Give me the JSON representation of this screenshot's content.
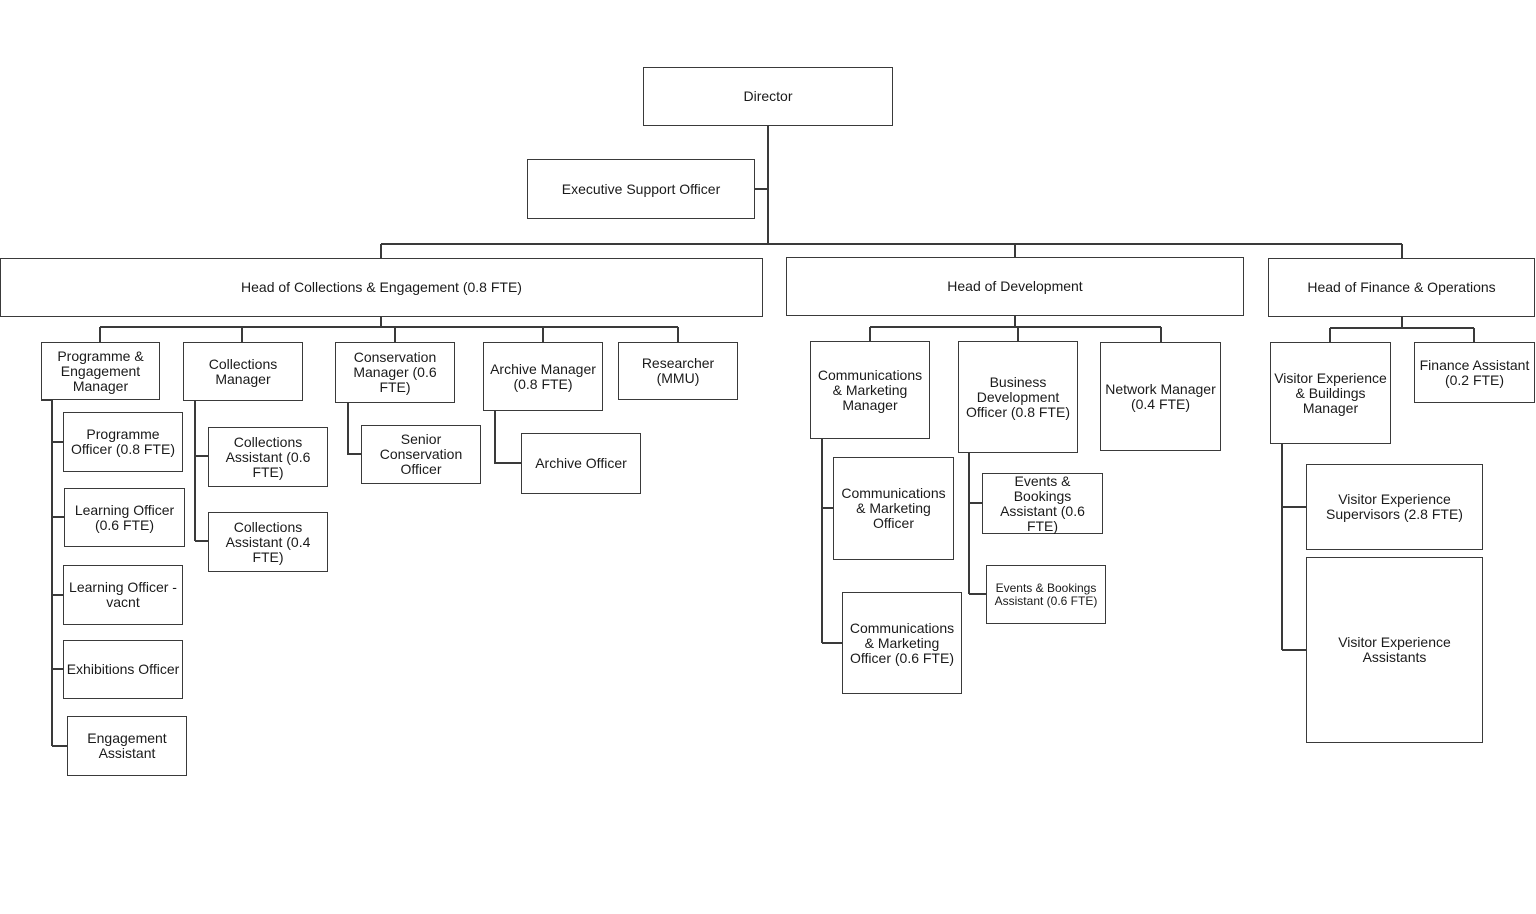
{
  "org": {
    "director": "Director",
    "exec_support": "Executive Support Officer",
    "head_collections": "Head of Collections & Engagement (0.8 FTE)",
    "head_development": "Head of Development",
    "head_finance": "Head of Finance & Operations",
    "prog_eng_manager": "Programme & Engagement Manager",
    "collections_manager": "Collections Manager",
    "conservation_manager": "Conservation Manager  (0.6 FTE)",
    "archive_manager": "Archive Manager (0.8 FTE)",
    "researcher": "Researcher (MMU)",
    "programme_officer": "Programme Officer (0.8 FTE)",
    "learning_officer": "Learning Officer (0.6 FTE)",
    "learning_officer_vacant": "Learning Officer - vacnt",
    "exhibitions_officer": "Exhibitions Officer",
    "engagement_assistant": "Engagement Assistant",
    "collections_assistant_06": "Collections Assistant (0.6 FTE)",
    "collections_assistant_04": "Collections Assistant (0.4 FTE)",
    "senior_conservation_officer": "Senior Conservation Officer",
    "archive_officer": "Archive Officer",
    "comms_marketing_manager": "Communications & Marketing Manager",
    "business_dev_officer": "Business Development Officer (0.8 FTE)",
    "network_manager": "Network Manager (0.4 FTE)",
    "comms_marketing_officer": "Communications & Marketing Officer",
    "comms_marketing_officer_06": "Communications & Marketing Officer (0.6 FTE)",
    "events_bookings_assistant_a": "Events & Bookings Assistant (0.6 FTE)",
    "events_bookings_assistant_b": "Events & Bookings Assistant (0.6 FTE)",
    "visitor_exp_buildings_manager": "Visitor Experience & Buildings Manager",
    "finance_assistant": "Finance Assistant (0.2 FTE)",
    "visitor_exp_supervisors": "Visitor Experience Supervisors (2.8 FTE)",
    "visitor_exp_assistants": "Visitor Experience Assistants"
  },
  "colors": {
    "line": "#3a3a3a",
    "box_border": "#3a3a3a"
  }
}
